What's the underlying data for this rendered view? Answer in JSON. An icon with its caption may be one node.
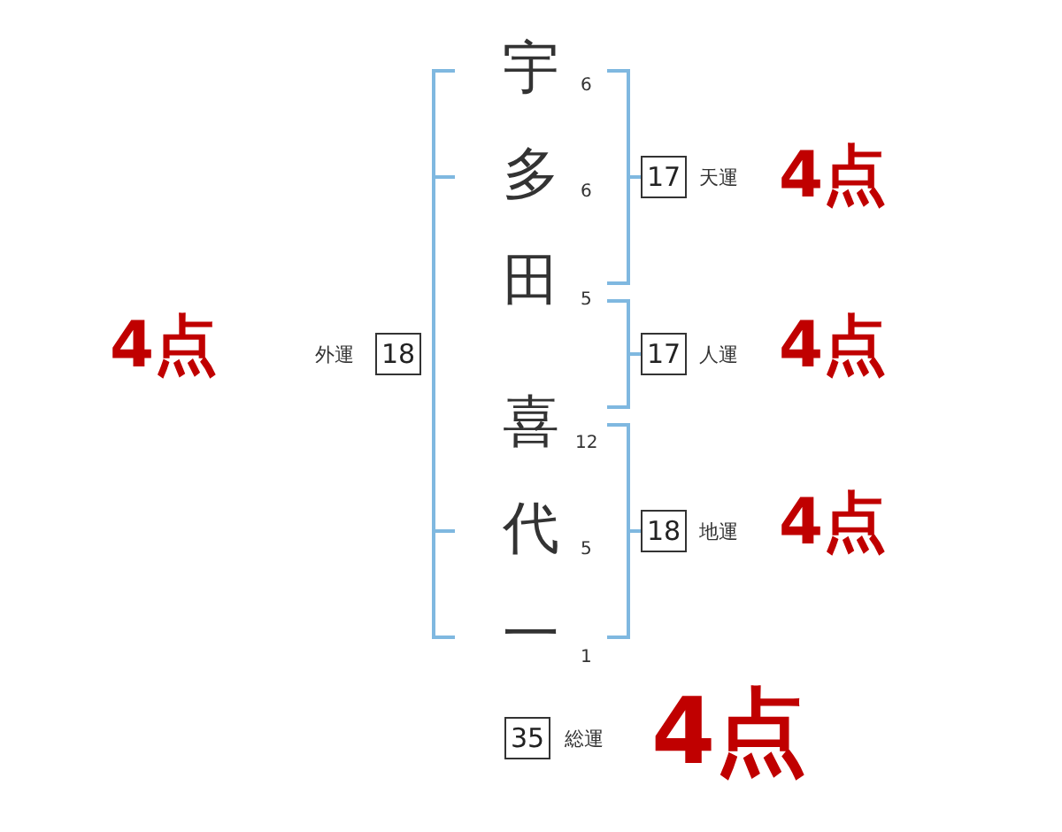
{
  "diagram": {
    "nodes": [
      {
        "text": [
          "17"
        ],
        "beside": [
          "天運"
        ]
      },
      {
        "text": [
          "18"
        ],
        "beside": [
          "外運"
        ]
      },
      {
        "text": [
          "17"
        ],
        "beside": [
          "人運"
        ]
      },
      {
        "text": [
          "18"
        ],
        "beside": [
          "地運"
        ]
      },
      {
        "text": [
          "35"
        ],
        "beside": [
          "総運"
        ]
      }
    ],
    "labels": [
      "宇",
      "6",
      "多",
      "6",
      "田",
      "5",
      "喜",
      "12",
      "代",
      "5",
      "一",
      "1",
      "4点",
      "4点",
      "4点",
      "4点",
      "4点"
    ]
  }
}
